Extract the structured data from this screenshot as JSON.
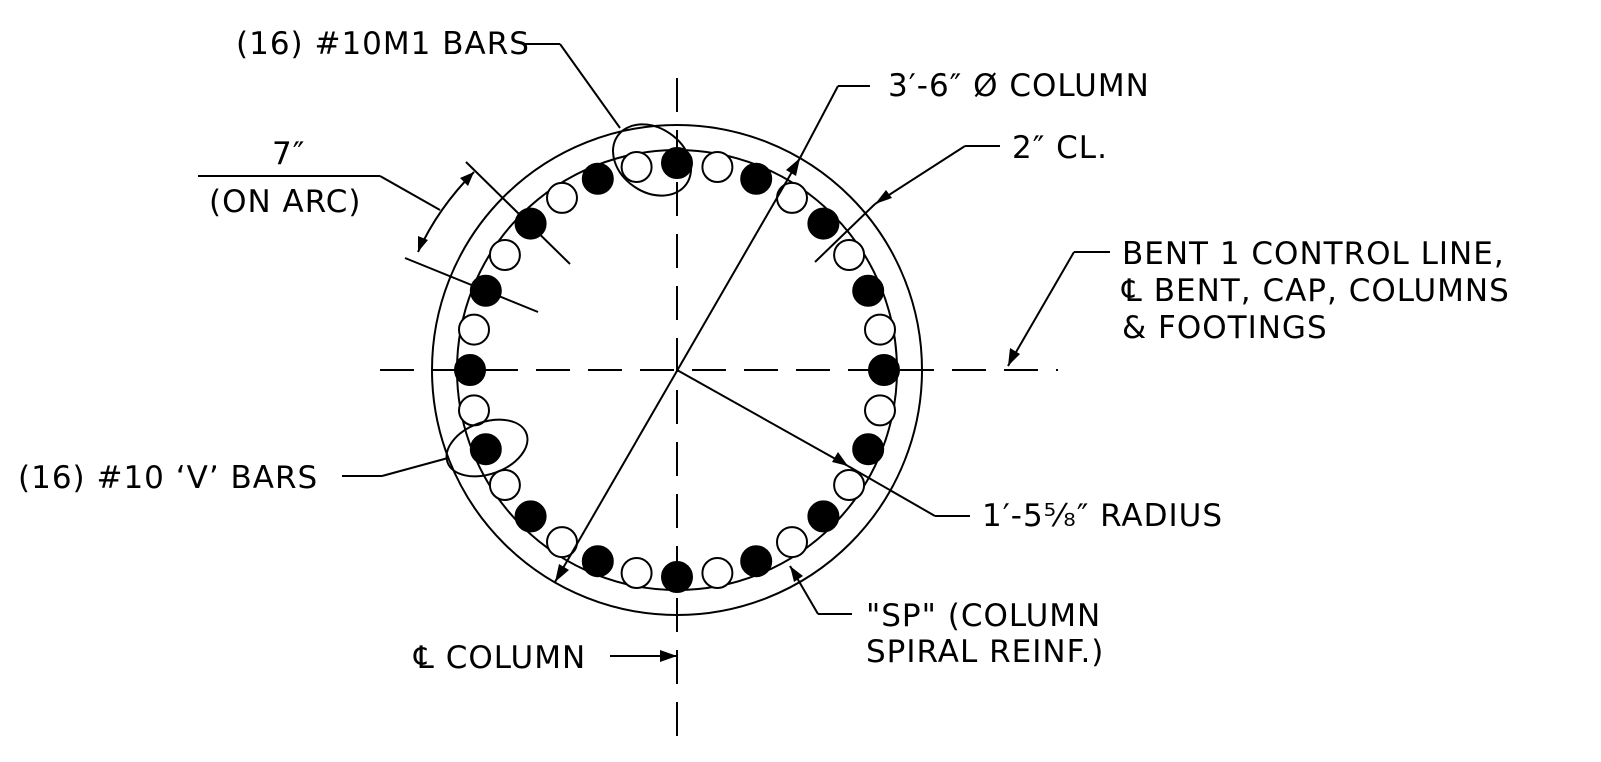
{
  "labels": {
    "m1_bars": "(16) #10M1 BARS",
    "column_dia": "3′-6″ Ø COLUMN",
    "clear_cover": "2″ CL.",
    "spacing_value": "7″",
    "spacing_note": "(ON ARC)",
    "bent_line_1": "BENT 1 CONTROL LINE,",
    "bent_line_2": "℄ BENT, CAP, COLUMNS",
    "bent_line_3": "& FOOTINGS",
    "v_bars": "(16) #10 ‘V’ BARS",
    "radius_prefix": "1′-5",
    "radius_frac": "⁵⁄₈",
    "radius_suffix": "″ RADIUS",
    "spiral_1": "\"SP\" (COLUMN",
    "spiral_2": "SPIRAL REINF.)",
    "cl_column": "℄ COLUMN"
  },
  "section": {
    "column_diameter_in": 42,
    "clear_cover_in": 2,
    "bar_ring_radius_in": 17.625,
    "bar_spacing_on_arc_in": 7,
    "m1_bar_count": 16,
    "v_bar_count": 16
  },
  "colors": {
    "ink": "#000000",
    "paper": "#ffffff"
  }
}
